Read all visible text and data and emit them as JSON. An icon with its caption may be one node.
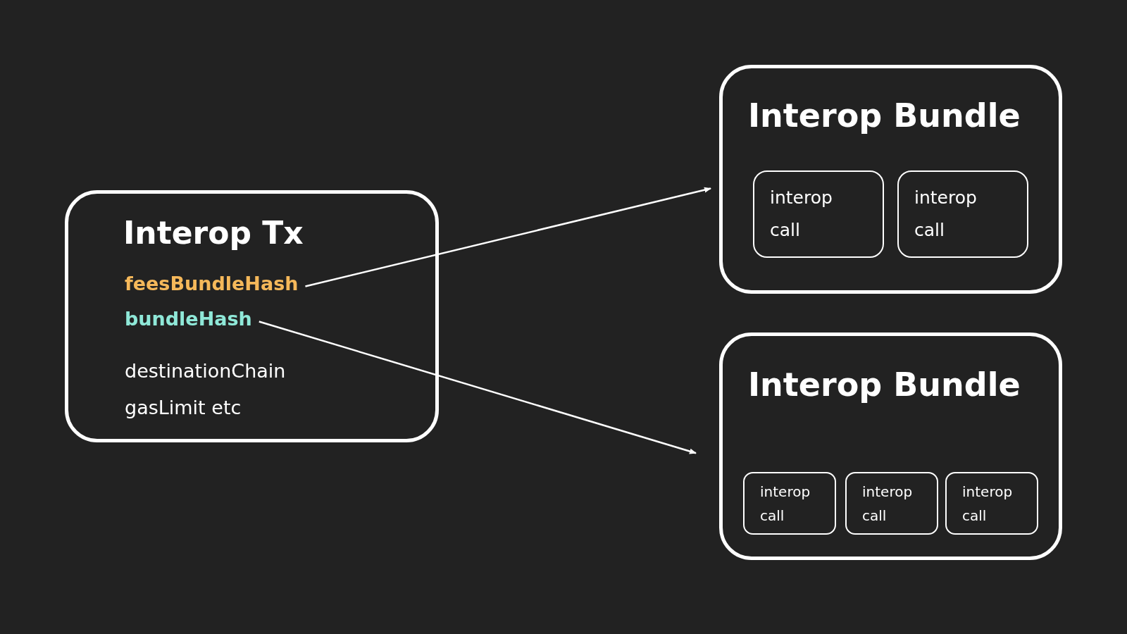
{
  "diagram": {
    "nodes": [
      {
        "text": [
          "Interop Tx",
          "destinationChain gasLimit etc"
        ]
      },
      {
        "text": [
          "feesBundleHash"
        ],
        "in": 0
      },
      {
        "text": [
          "bundleHash"
        ],
        "in": 0
      },
      {
        "text": [
          "Interop Bundle"
        ]
      },
      {
        "text": [
          "interop call"
        ],
        "in": 3
      },
      {
        "text": [
          "interop call"
        ],
        "in": 3
      },
      {
        "text": [
          "Interop Bundle"
        ]
      },
      {
        "text": [
          "interop call"
        ],
        "in": 6
      },
      {
        "text": [
          "interop call"
        ],
        "in": 6
      },
      {
        "text": [
          "interop call"
        ],
        "in": 6
      }
    ],
    "edges": [
      {
        "from": 1,
        "to": 3,
        "arrow": "to"
      },
      {
        "from": 2,
        "to": 6,
        "arrow": "to"
      }
    ]
  }
}
